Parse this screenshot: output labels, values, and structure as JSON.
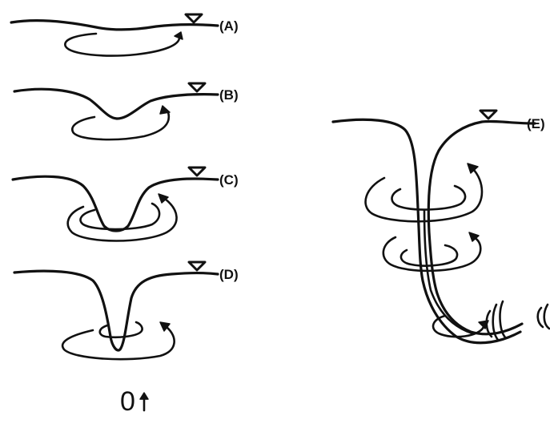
{
  "diagram": {
    "stages": [
      {
        "id": "A",
        "label": "(A)"
      },
      {
        "id": "B",
        "label": "(B)"
      },
      {
        "id": "C",
        "label": "(C)"
      },
      {
        "id": "D",
        "label": "(D)"
      },
      {
        "id": "E",
        "label": "(E)"
      }
    ],
    "bottom_mark": "0",
    "colors": {
      "ink": "#111111",
      "background": "#ffffff"
    }
  }
}
